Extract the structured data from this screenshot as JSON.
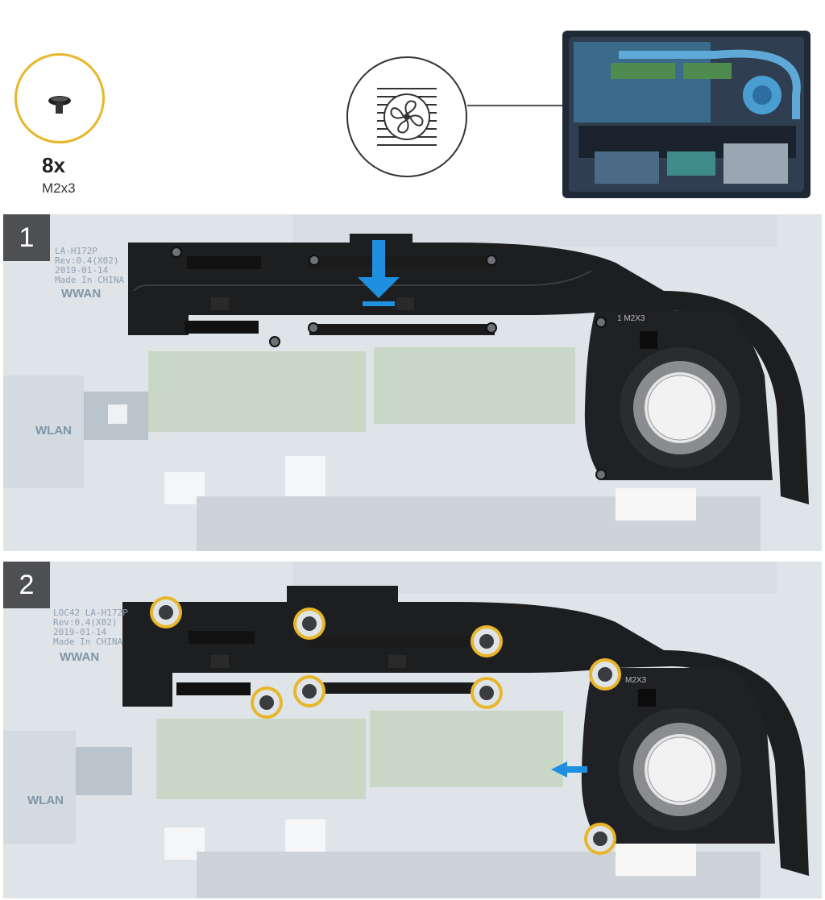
{
  "legend": {
    "quantity": "8x",
    "screw_size": "M2x3"
  },
  "steps": [
    {
      "number": "1",
      "board_text": [
        "LA-H172P",
        "Rev:0.4(X02)",
        "2019-01-14",
        "Made In CHINA"
      ],
      "wwan": "WWAN",
      "wlan": "WLAN",
      "fan_label": "1 M2X3"
    },
    {
      "number": "2",
      "board_text": [
        "LOC42 LA-H172P",
        "Rev:0.4(X02)",
        "2019-01-14",
        "Made In CHINA"
      ],
      "wwan": "WWAN",
      "wlan": "WLAN",
      "fan_label": "M2X3"
    }
  ],
  "colors": {
    "screw_highlight": "#e8b62a",
    "arrow": "#1f8fe0",
    "heatsink": "#1a1b1d",
    "board": "#dfe4e8"
  },
  "icons": [
    "screw-icon",
    "fan-icon",
    "down-arrow-icon",
    "left-arrow-icon"
  ]
}
